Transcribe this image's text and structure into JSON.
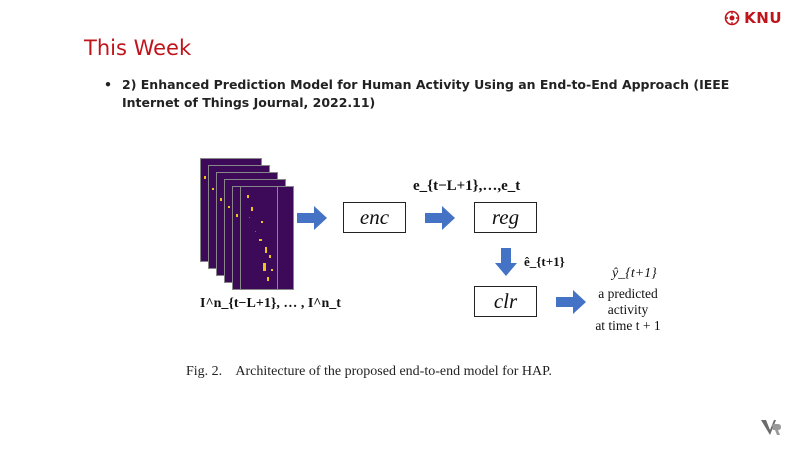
{
  "header": {
    "logo_text": "KNU"
  },
  "slide": {
    "title": "This Week",
    "bullet": "2) Enhanced Prediction Model for Human Activity Using an End-to-End Approach (IEEE Internet of Things Journal, 2022.11)"
  },
  "diagram": {
    "input_label": "I",
    "input_label_text": "I^n_{t−L+1}, … , I^n_t",
    "embed_label": "e_{t−L+1},…,e_t",
    "enc_label": "enc",
    "reg_label": "reg",
    "clr_label": "clr",
    "ehat_label": "ê_{t+1}",
    "yhat_label": "ŷ_{t+1}",
    "output_lines": [
      "a predicted",
      "activity",
      "at time t + 1"
    ],
    "caption": "Fig. 2.    Architecture of the proposed end-to-end model for HAP."
  },
  "colors": {
    "accent": "#c0141b",
    "arrow": "#4472c4",
    "frame": "#3d0a59"
  },
  "icons": {
    "logo": "knu-emblem-icon",
    "footer": "vr-logo-icon"
  }
}
